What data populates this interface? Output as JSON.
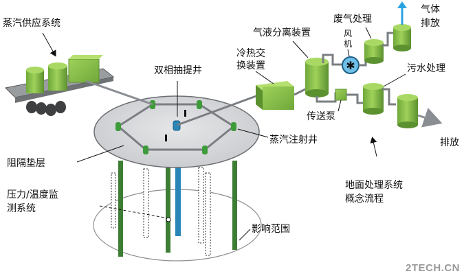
{
  "labels": {
    "steam_supply": "蒸汽供应系统",
    "dual_phase_well": "双相抽提井",
    "heat_exchanger_l1": "冷热交",
    "heat_exchanger_l2": "换装置",
    "gas_liquid_separator": "气液分离装置",
    "fan_l1": "风",
    "fan_l2": "机",
    "waste_gas": "废气处理",
    "gas_discharge_l1": "气体",
    "gas_discharge_l2": "排放",
    "sewage": "污水处理",
    "transfer_pump": "传送泵",
    "steam_injection_well": "蒸汽注射井",
    "discharge": "排放",
    "barrier_layer": "阻隔垫层",
    "monitor_l1": "压力/温度监",
    "monitor_l2": "测系统",
    "ground_system_l1": "地面处理系统",
    "ground_system_l2": "概念流程",
    "influence_range": "影响范围"
  },
  "watermark": "2TECH.CN",
  "colors": {
    "equipment_green": "#8bc34a",
    "dark_green": "#3f7a2a",
    "pipe_gray": "#8a8e92",
    "plate_gray": "#d5d7d9",
    "arrow_blue": "#29a3e0"
  }
}
